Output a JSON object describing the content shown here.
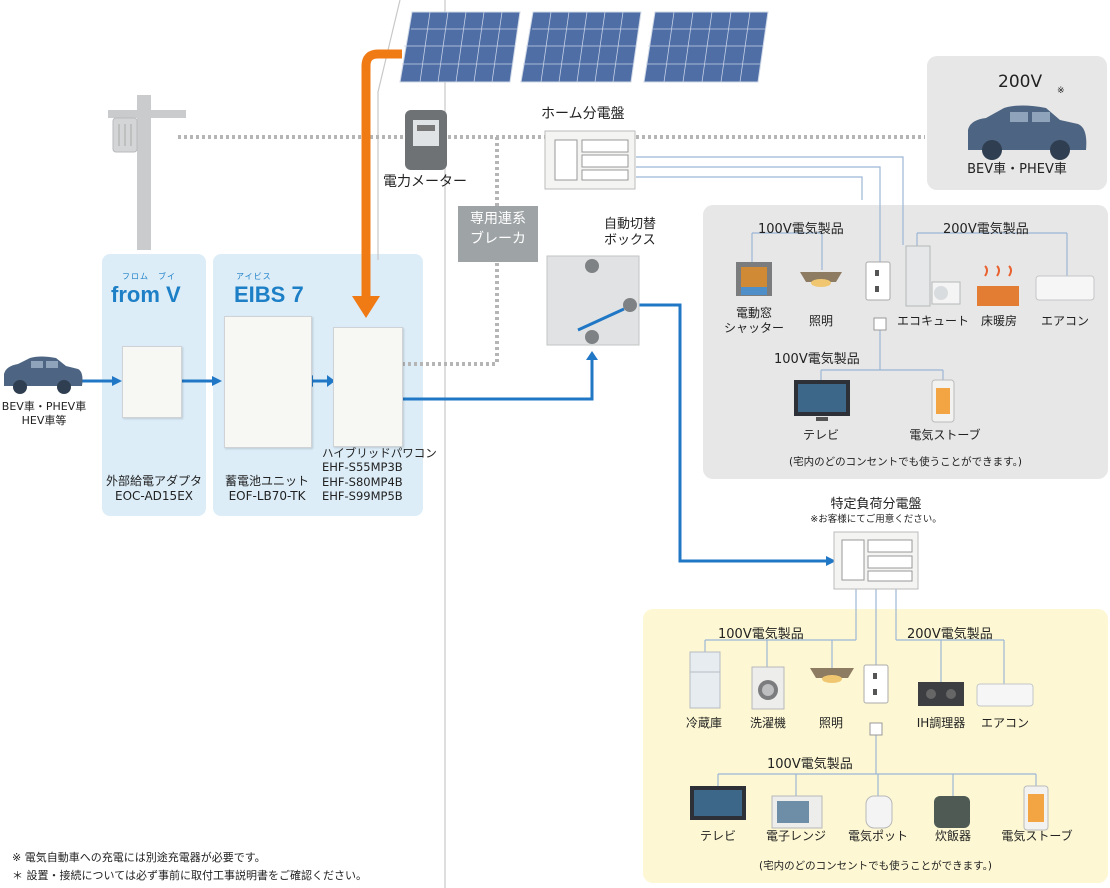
{
  "pv_system": {
    "brand_left": {
      "name": "from V",
      "reading": "フロム　ブイ"
    },
    "brand_right": {
      "name": "EIBS 7",
      "reading": "アイビス"
    }
  },
  "vehicles": {
    "left_label": "BEV車・PHEV車\nHEV車等",
    "right_title": "200V",
    "right_mark": "※",
    "right_label": "BEV車・PHEV車"
  },
  "devices": {
    "adapter": "外部給電アダプタ\nEOC-AD15EX",
    "battery": "蓄電池ユニット\nEOF-LB70-TK",
    "pcs": "ハイブリッドパワコン\nEHF-S55MP3B\nEHF-S80MP4B\nEHF-S99MP5B",
    "meter": "電力メーター",
    "breaker": "専用連系\nブレーカ",
    "home_panel": "ホーム分電盤",
    "switch_box": "自動切替\nボックス",
    "specific_panel": "特定負荷分電盤",
    "specific_note": "※お客様にてご用意ください。"
  },
  "home_loads": {
    "cat_100v": "100V電気製品",
    "cat_200v": "200V電気製品",
    "items_100v": [
      "電動窓\nシャッター",
      "照明"
    ],
    "items_200v": [
      "エコキュート",
      "床暖房",
      "エアコン"
    ],
    "outlet_cat": "100V電気製品",
    "outlet_items": [
      "テレビ",
      "電気ストーブ"
    ],
    "note": "(宅内のどのコンセントでも使うことができます。)"
  },
  "specific_loads": {
    "cat_100v": "100V電気製品",
    "cat_200v": "200V電気製品",
    "items_100v": [
      "冷蔵庫",
      "洗濯機",
      "照明"
    ],
    "items_200v": [
      "IH調理器",
      "エアコン"
    ],
    "outlet_cat": "100V電気製品",
    "outlet_items": [
      "テレビ",
      "電子レンジ",
      "電気ポット",
      "炊飯器",
      "電気ストーブ"
    ],
    "note": "(宅内のどのコンセントでも使うことができます。)"
  },
  "footnotes": [
    "※ 電気自動車への充電には別途充電器が必要です。",
    "＊ 設置・接続については必ず事前に取付工事説明書をご確認ください。"
  ],
  "colors": {
    "pv_line": "#f07a14",
    "power_line": "#1f77c6",
    "grid_line": "#b5b5b5",
    "brand": "#1d7fc6"
  }
}
